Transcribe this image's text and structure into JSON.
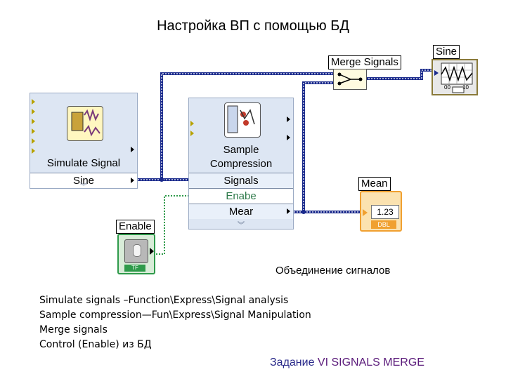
{
  "title": "Настройка ВП с помощью БД",
  "simulate": {
    "name": "Simulate Signal",
    "output": "Sine"
  },
  "sample": {
    "name_line1": "Sample",
    "name_line2": "Compression",
    "terminals": [
      "Signals",
      "Enabe",
      "Mear"
    ]
  },
  "merge": {
    "label": "Merge Signals"
  },
  "graph": {
    "label": "Sine",
    "x_min": "00",
    "x_max": "10"
  },
  "mean": {
    "label": "Mean",
    "value": "1.23",
    "type": "DBL"
  },
  "enable": {
    "label": "Enable",
    "type": "TF"
  },
  "caption": "Объединение сигналов",
  "notes": [
    "Simulate signals –Function\\Express\\Signal analysis",
    "Sample compression—Fun\\Express\\Signal Manipulation",
    "Merge signals",
    "Control (Enable)  из БД"
  ],
  "task": {
    "prefix": "Задание",
    "name": "VI SIGNALS MERGE"
  },
  "colors": {
    "wire_signal": "#1a2a8c",
    "wire_bool": "#2e9a4a",
    "vi_bg": "#dde6f3",
    "dbl_orange": "#f0a030"
  }
}
